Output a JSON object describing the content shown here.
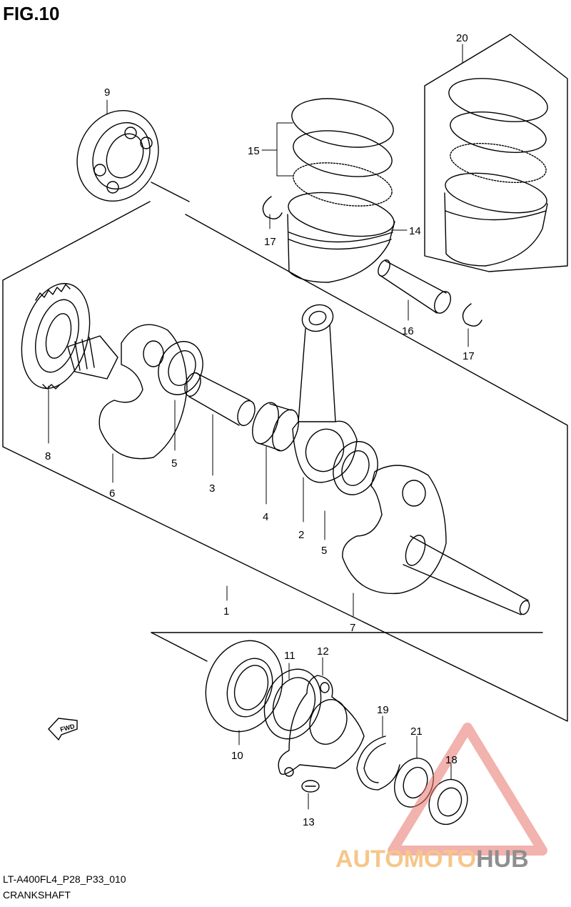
{
  "figure": {
    "title": "FIG.10",
    "code": "LT-A400FL4_P28_P33_010",
    "name": "CRANKSHAFT"
  },
  "callouts": [
    {
      "id": "c1",
      "label": "1"
    },
    {
      "id": "c2",
      "label": "2"
    },
    {
      "id": "c3",
      "label": "3"
    },
    {
      "id": "c4",
      "label": "4"
    },
    {
      "id": "c5a",
      "label": "5"
    },
    {
      "id": "c5b",
      "label": "5"
    },
    {
      "id": "c6",
      "label": "6"
    },
    {
      "id": "c7",
      "label": "7"
    },
    {
      "id": "c8",
      "label": "8"
    },
    {
      "id": "c9",
      "label": "9"
    },
    {
      "id": "c10",
      "label": "10"
    },
    {
      "id": "c11",
      "label": "11"
    },
    {
      "id": "c12",
      "label": "12"
    },
    {
      "id": "c13",
      "label": "13"
    },
    {
      "id": "c14",
      "label": "14"
    },
    {
      "id": "c15",
      "label": "15"
    },
    {
      "id": "c16",
      "label": "16"
    },
    {
      "id": "c17a",
      "label": "17"
    },
    {
      "id": "c17b",
      "label": "17"
    },
    {
      "id": "c18",
      "label": "18"
    },
    {
      "id": "c19",
      "label": "19"
    },
    {
      "id": "c20",
      "label": "20"
    },
    {
      "id": "c21",
      "label": "21"
    }
  ],
  "fwd_label": "FWD",
  "watermark": {
    "part1": "AUTOMOTO",
    "part2": "HUB",
    "color1": "#f6c68a",
    "color2": "#8f8f8f",
    "triangle_color": "#e8736a"
  }
}
